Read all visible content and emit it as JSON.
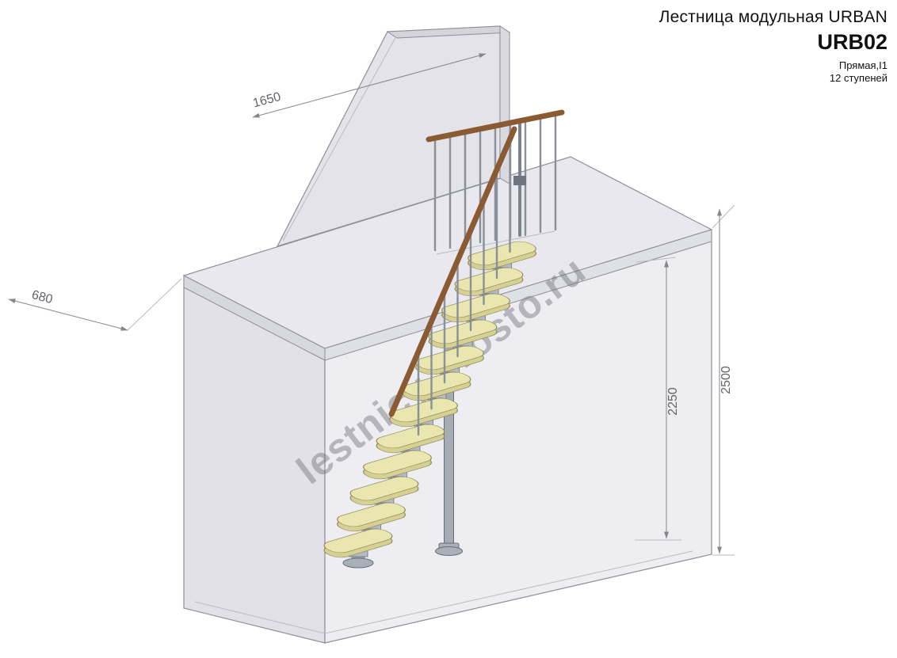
{
  "header": {
    "title": "Лестница модульная URBAN",
    "model": "URB02",
    "type": "Прямая,I1",
    "steps": "12 ступеней"
  },
  "dimensions": {
    "top_width": "1650",
    "overhang": "680",
    "total_height": "2500",
    "floor_height": "2250"
  },
  "watermark": "lestnicy-prosto.ru",
  "colors": {
    "tread": "#eae6b0",
    "rail_wood": "#8a5a33",
    "metal": "#9aa0a9",
    "wall": "#e3e3e9",
    "dimension": "#85858d"
  }
}
